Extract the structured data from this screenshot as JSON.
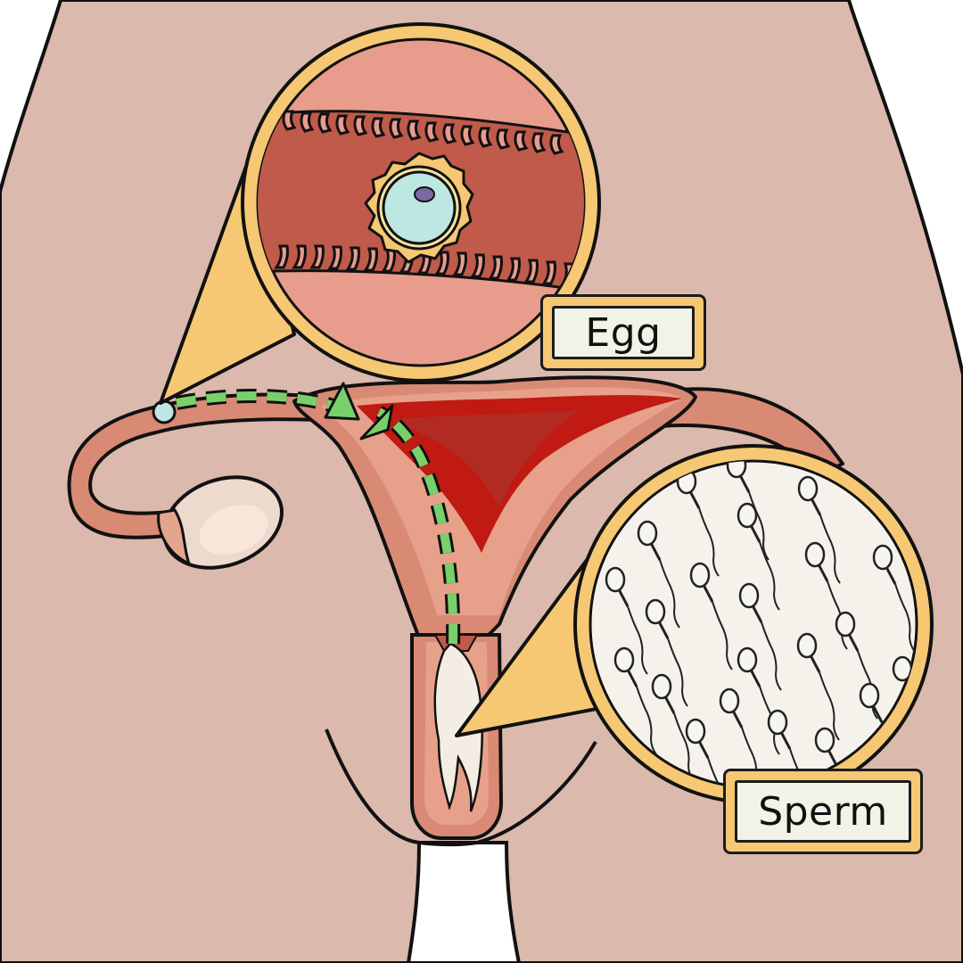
{
  "labels": {
    "egg": "Egg",
    "sperm": "Sperm"
  },
  "colors": {
    "skin": "#dbb9ad",
    "uterus_wall": "#d98a74",
    "uterus_cavity": "#c01a12",
    "fluid": "#f3ede3",
    "egg_cytoplasm": "#bfe7e1",
    "egg_nucleus": "#7a6aa3",
    "path_arrow": "#78d06b",
    "callout_fill": "#f6c873",
    "egg_view_bg": "#e89c8c",
    "egg_view_tube": "#c05a4a",
    "sperm_view_bg": "#f5f2ec"
  },
  "icons": [
    "egg-icon",
    "sperm-icon",
    "ovary-icon",
    "dashed-path-arrow"
  ]
}
